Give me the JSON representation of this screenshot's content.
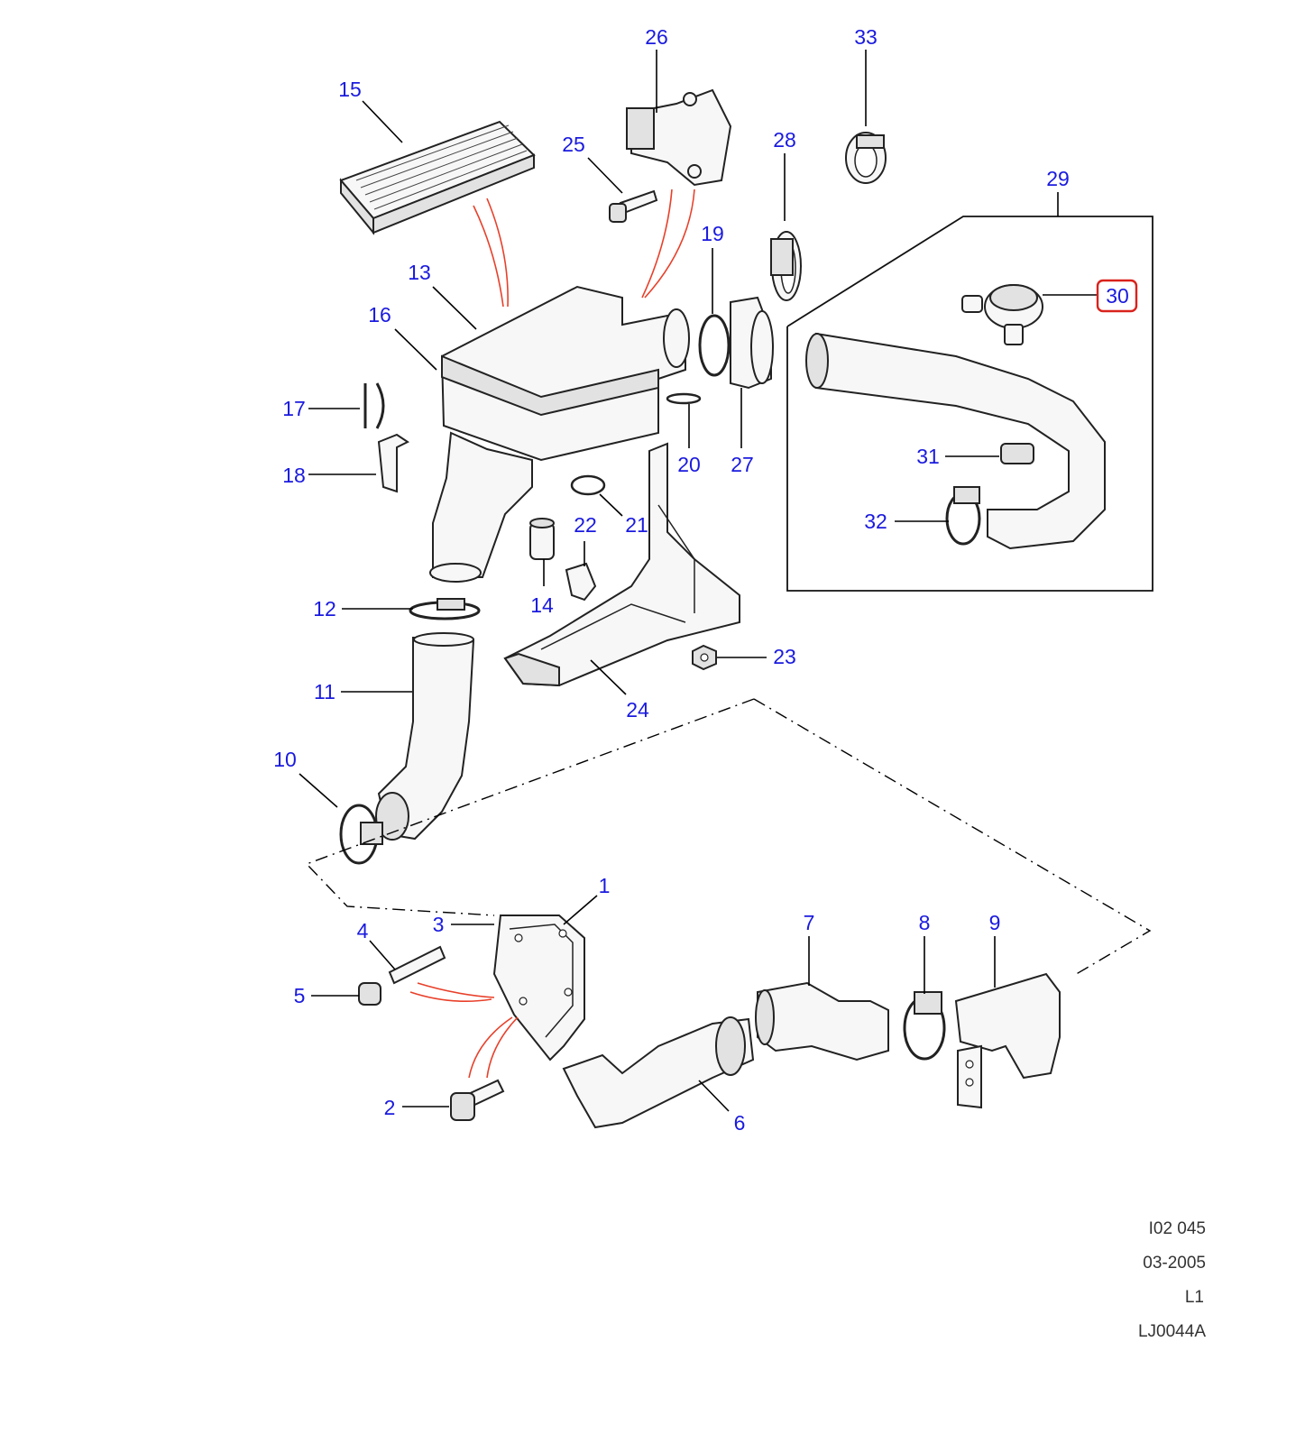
{
  "callouts": {
    "c1": "1",
    "c2": "2",
    "c3": "3",
    "c4": "4",
    "c5": "5",
    "c6": "6",
    "c7": "7",
    "c8": "8",
    "c9": "9",
    "c10": "10",
    "c11": "11",
    "c12": "12",
    "c13": "13",
    "c14": "14",
    "c15": "15",
    "c16": "16",
    "c17": "17",
    "c18": "18",
    "c19": "19",
    "c20": "20",
    "c21": "21",
    "c22": "22",
    "c23": "23",
    "c24": "24",
    "c25": "25",
    "c26": "26",
    "c27": "27",
    "c28": "28",
    "c29": "29",
    "c30": "30",
    "c31": "31",
    "c32": "32",
    "c33": "33"
  },
  "highlighted_callout": "30",
  "colors": {
    "callout_text": "#1a1adf",
    "highlight_box": "#d9221c",
    "arrow": "#e8402a"
  },
  "footer": {
    "ref": "I02 045",
    "date": "03-2005",
    "code": "L1",
    "drawing_id": "LJ0044A"
  }
}
